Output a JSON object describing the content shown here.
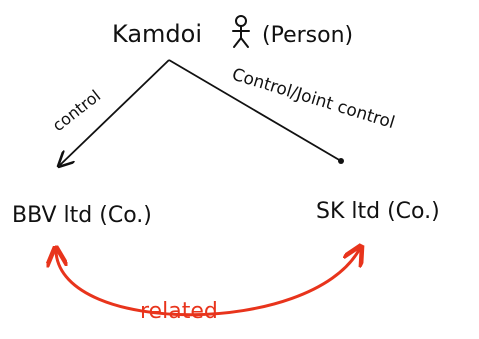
{
  "diagram": {
    "root": {
      "label": "Kamdoi",
      "type_label": "(Person)",
      "icon": "person-stick-figure-icon"
    },
    "left_node": {
      "label": "BBV ltd (Co.)"
    },
    "right_node": {
      "label": "SK ltd (Co.)"
    },
    "left_edge": {
      "label": "control"
    },
    "right_edge": {
      "label": "Control/Joint control"
    },
    "relation_edge": {
      "label": "related",
      "color": "#e8341c"
    },
    "ink_color": "#111111"
  }
}
